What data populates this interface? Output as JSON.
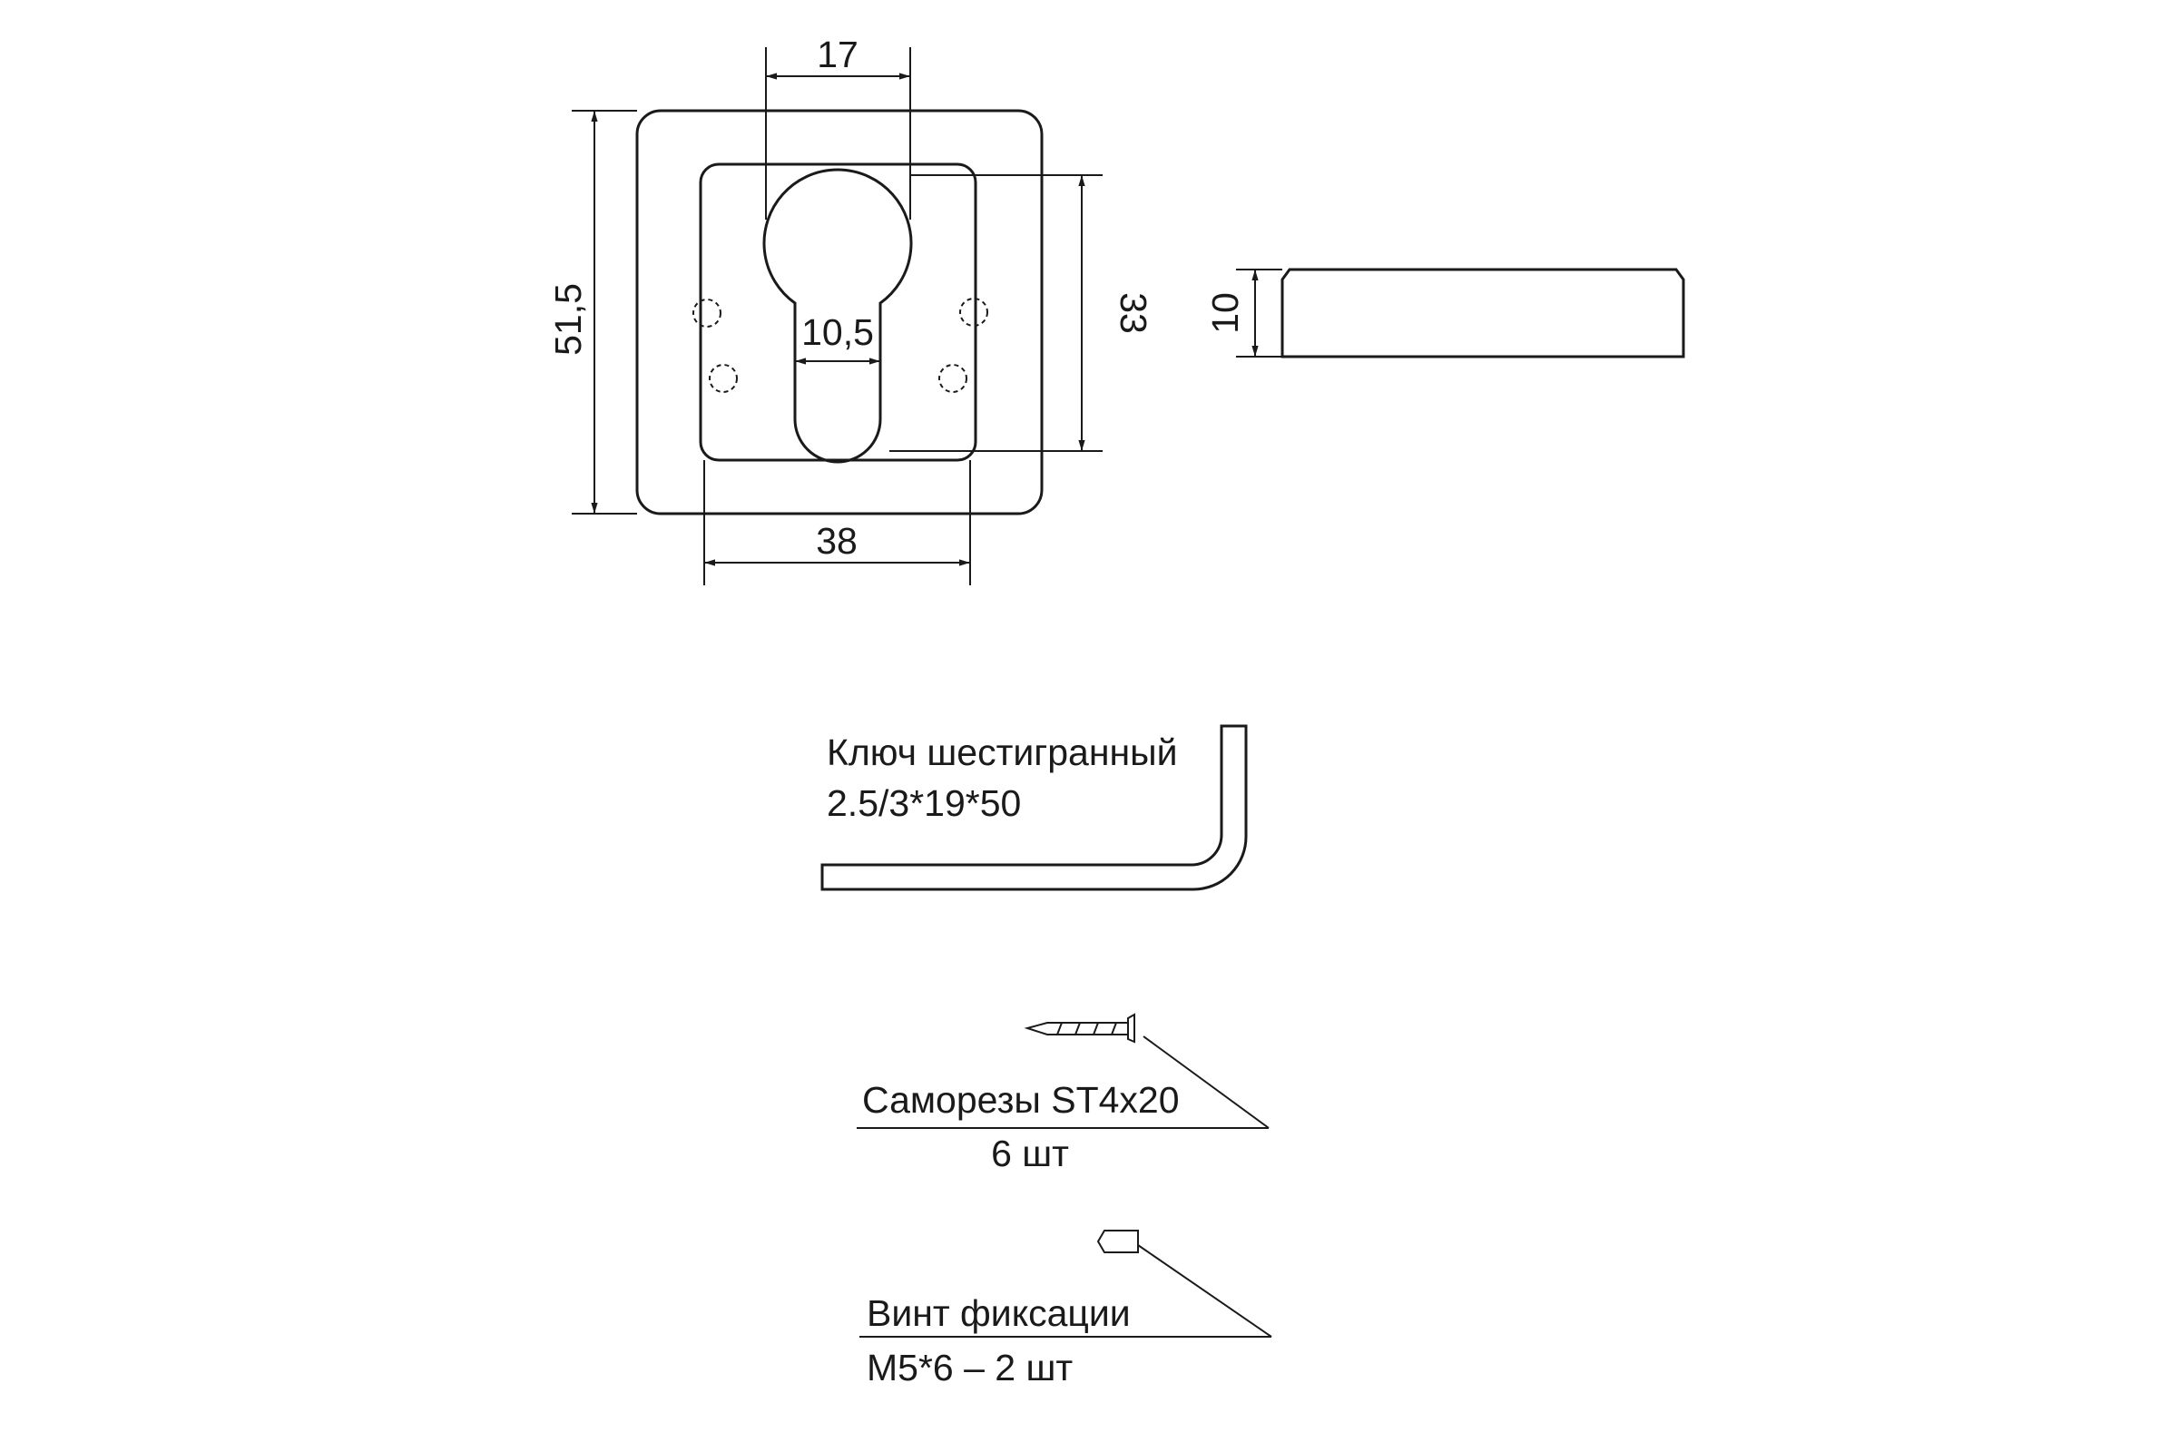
{
  "colors": {
    "line": "#1a1a1a",
    "background": "#ffffff"
  },
  "dimensions": {
    "cutout_top_width": "17",
    "outer_height": "51,5",
    "slot_width": "10,5",
    "inner_height": "33",
    "thickness": "10",
    "inner_width": "38"
  },
  "parts": {
    "hex_key": {
      "name": "Ключ шестигранный",
      "spec": "2.5/3*19*50"
    },
    "screws": {
      "name": "Саморезы ST4x20",
      "qty": "6 шт"
    },
    "set_screw": {
      "name": "Винт фиксации",
      "spec": "M5*6 – 2 шт"
    }
  }
}
